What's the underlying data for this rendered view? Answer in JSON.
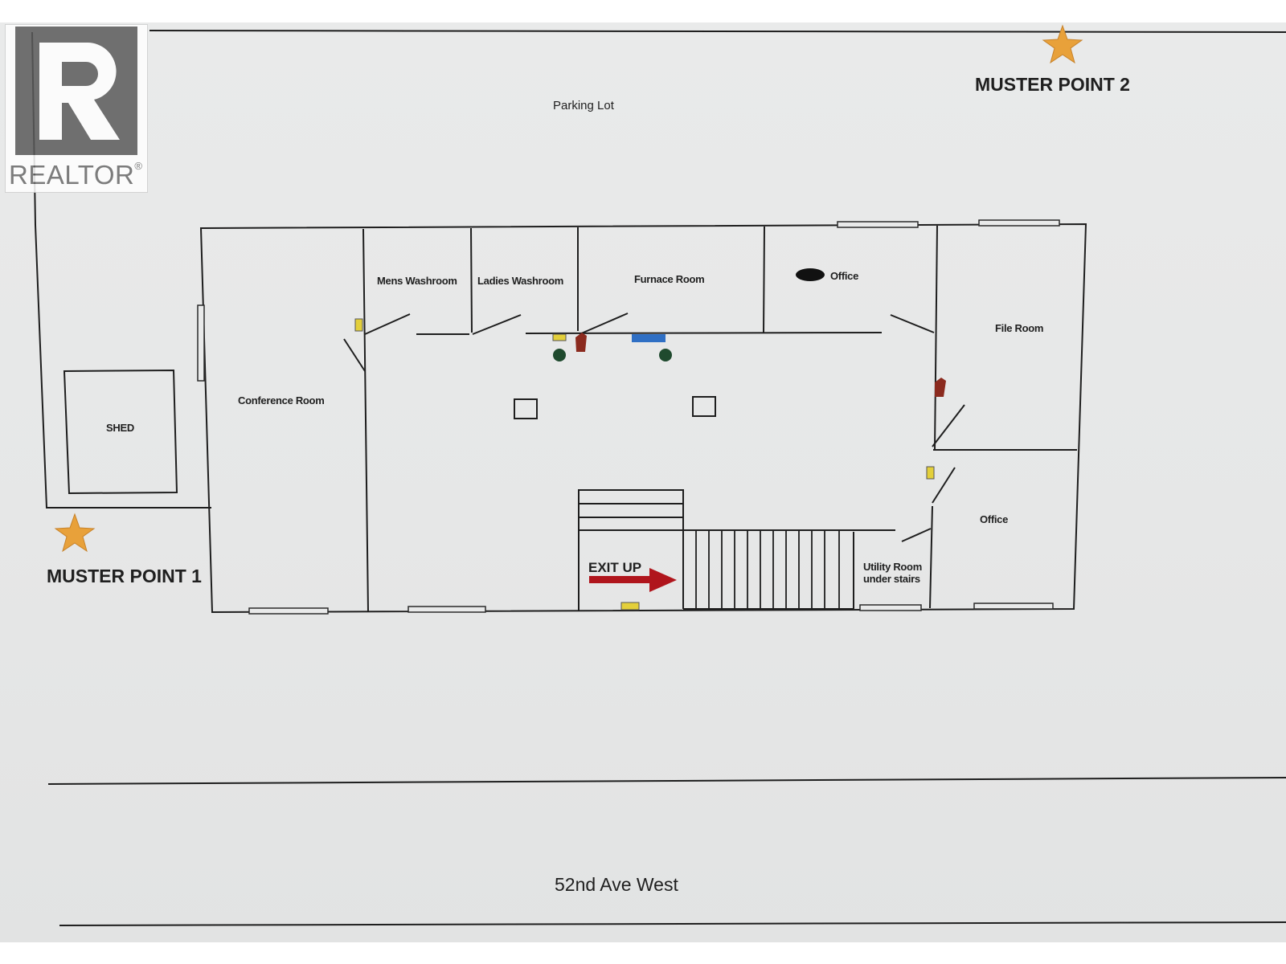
{
  "logo": {
    "text": "REALTOR",
    "reg": "®"
  },
  "labels": {
    "parking_lot": "Parking Lot",
    "muster_point_1": "MUSTER POINT 1",
    "muster_point_2": "MUSTER POINT 2",
    "street": "52nd Ave West",
    "shed": "SHED",
    "conference_room": "Conference Room",
    "mens_washroom": "Mens Washroom",
    "ladies_washroom": "Ladies Washroom",
    "furnace_room": "Furnace Room",
    "office_top": "Office",
    "file_room": "File Room",
    "office_bottom": "Office",
    "utility_line1": "Utility Room",
    "utility_line2": "under stairs",
    "exit_up": "EXIT UP"
  },
  "colors": {
    "star": "#e8a13a",
    "exit_arrow": "#b0151c",
    "extinguisher": "#8b2a1e",
    "alarm": "#e3cf3a",
    "sensor": "#1f4a2e",
    "panel": "#2f6fc4",
    "ink": "#1f1f1f"
  }
}
